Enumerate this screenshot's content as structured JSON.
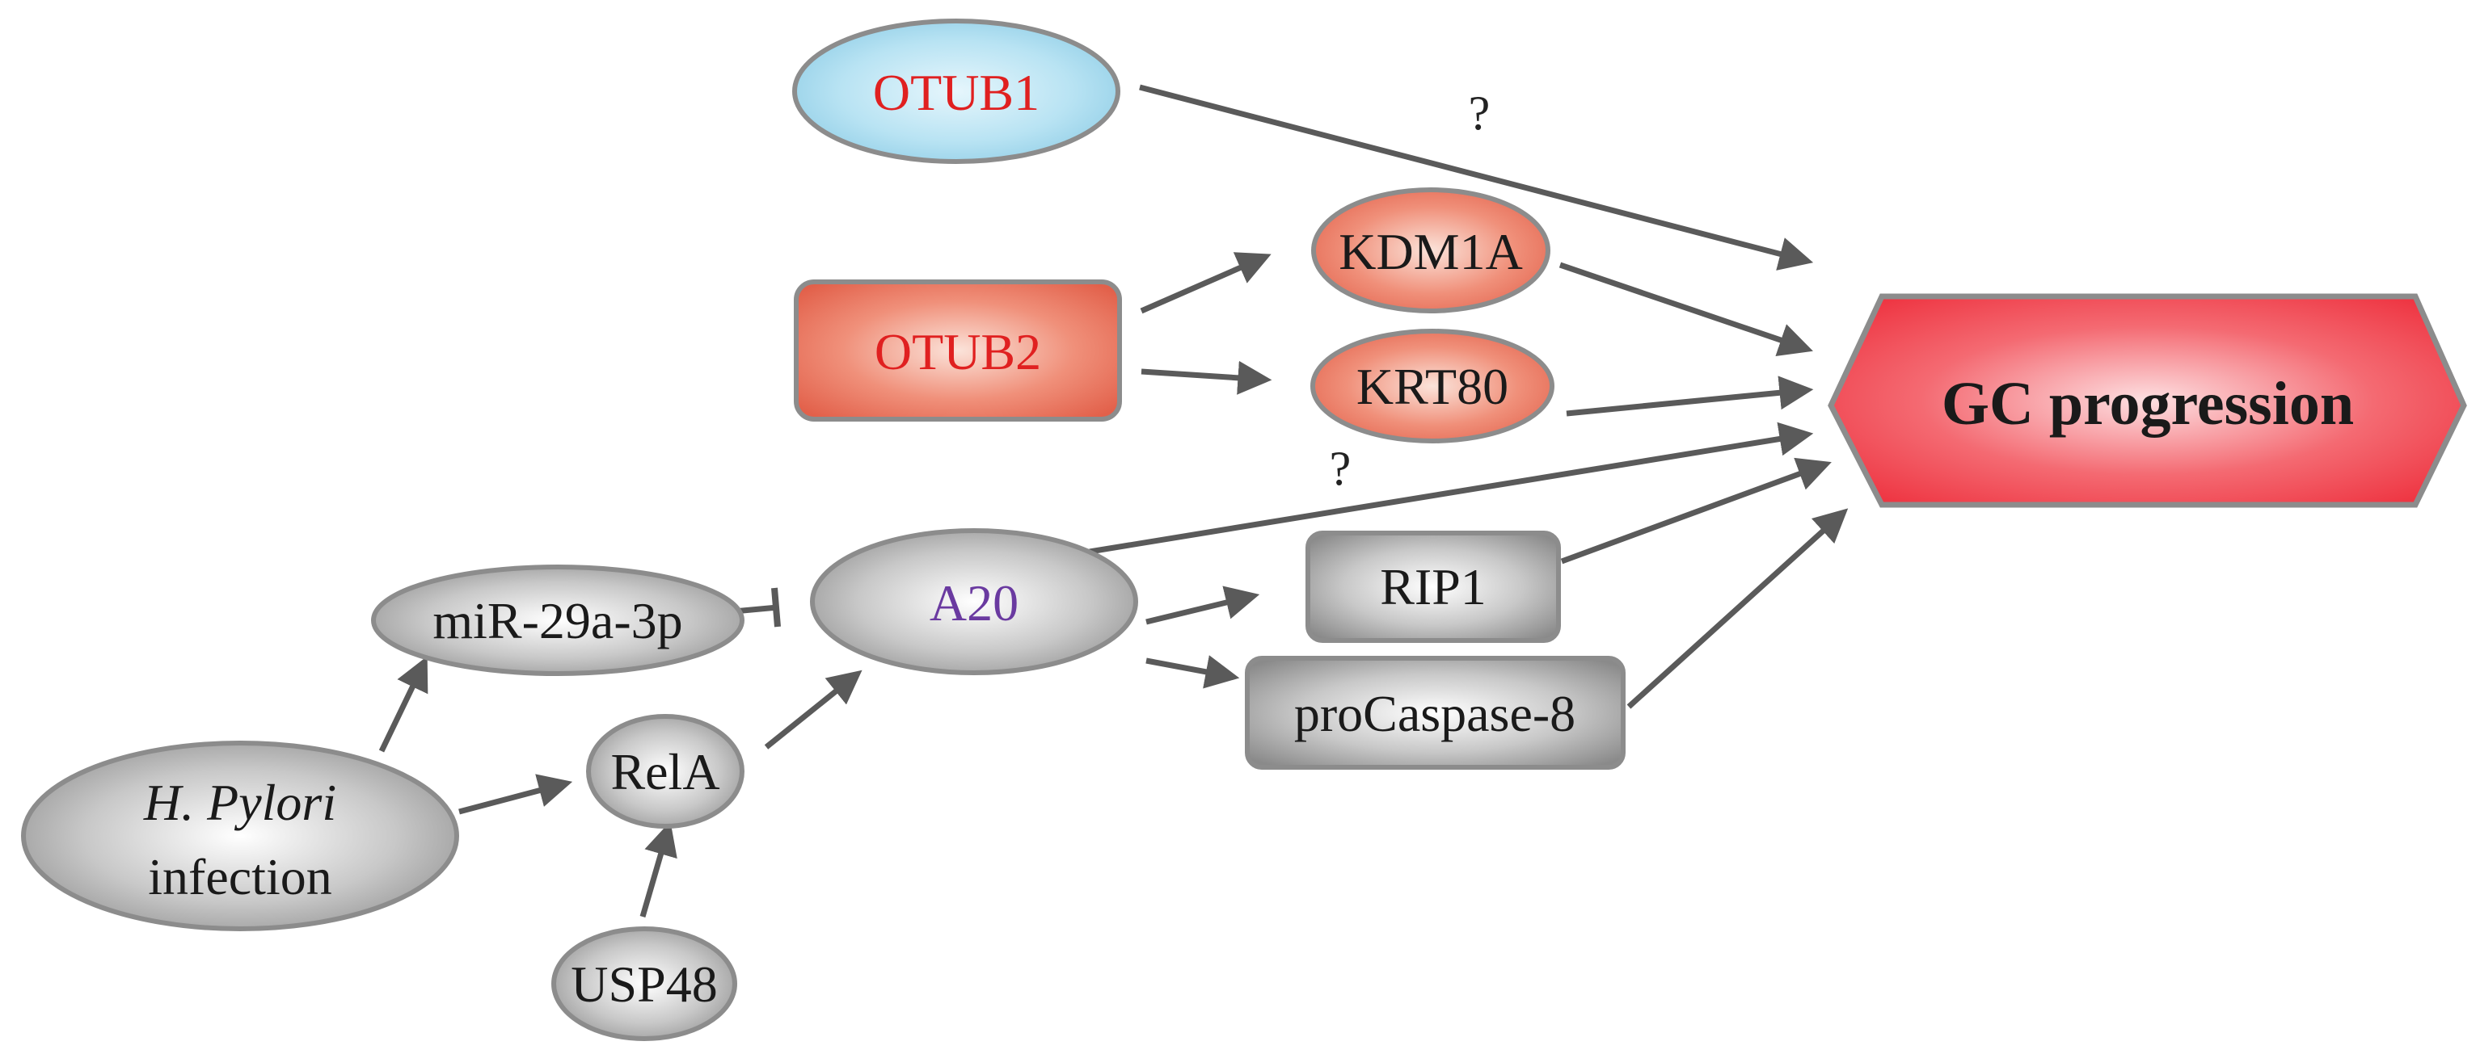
{
  "nodes": {
    "otub1": "OTUB1",
    "otub2": "OTUB2",
    "kdm1a": "KDM1A",
    "krt80": "KRT80",
    "gc": "GC progression",
    "a20": "A20",
    "mir": "miR-29a-3p",
    "rip1": "RIP1",
    "procasp": "proCaspase-8",
    "rela": "RelA",
    "usp48": "USP48",
    "hpylori_line1": "H. Pylori",
    "hpylori_line2": "infection"
  },
  "annotations": {
    "q_otub1": "?",
    "q_a20": "?"
  },
  "colors": {
    "text_red": "#e02020",
    "text_purple": "#6a3aa0",
    "text_dark": "#1a1a1a",
    "arrow": "#5a5a5a",
    "node_border": "#8c8c8c",
    "otub1_fill": "#a9dcef",
    "salmon_fill": "#e8705a",
    "gray_fill": "#9a9a9a",
    "gc_fill": "#f24a55"
  }
}
